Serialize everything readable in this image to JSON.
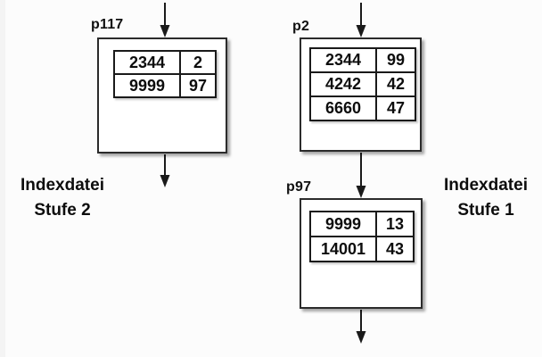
{
  "colors": {
    "background": "#fcfcfc",
    "line": "#1a1a1a",
    "box_border": "#2b2b2b",
    "box_fill": "#ffffff",
    "text": "#0d0d0d"
  },
  "nodes": [
    {
      "id": "p117",
      "label": "p117",
      "rows": [
        [
          "2344",
          "2"
        ],
        [
          "9999",
          "97"
        ]
      ]
    },
    {
      "id": "p2",
      "label": "p2",
      "rows": [
        [
          "2344",
          "99"
        ],
        [
          "4242",
          "42"
        ],
        [
          "6660",
          "47"
        ]
      ]
    },
    {
      "id": "p97",
      "label": "p97",
      "rows": [
        [
          "9999",
          "13"
        ],
        [
          "14001",
          "43"
        ]
      ]
    }
  ],
  "captions": {
    "left": {
      "line1": "Indexdatei",
      "line2": "Stufe 2"
    },
    "right": {
      "line1": "Indexdatei",
      "line2": "Stufe 1"
    }
  }
}
